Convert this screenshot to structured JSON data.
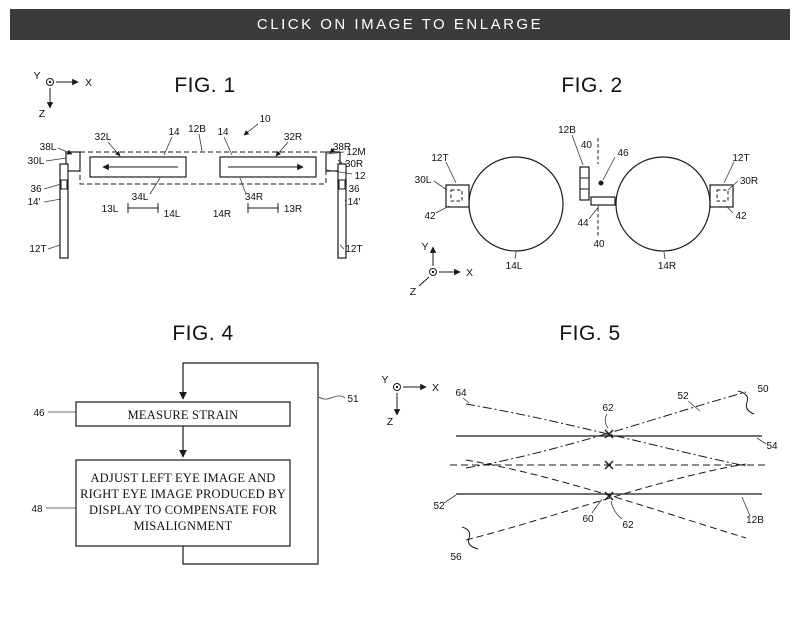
{
  "banner": {
    "text": "CLICK ON IMAGE TO ENLARGE",
    "bg_color": "#3b3b3d",
    "fg_color": "#ffffff"
  },
  "fig1": {
    "title": "FIG. 1",
    "axis": {
      "x": "X",
      "y": "Y",
      "z": "Z"
    },
    "labels": [
      "38L",
      "32L",
      "14",
      "12B",
      "14",
      "10",
      "32R",
      "38R",
      "30L",
      "12M",
      "30R",
      "12",
      "36",
      "14'",
      "34L",
      "13L",
      "14L",
      "14R",
      "34R",
      "13R",
      "36",
      "14'",
      "12T",
      "12T"
    ]
  },
  "fig2": {
    "title": "FIG. 2",
    "axis": {
      "x": "X",
      "y": "Y",
      "z": "Z"
    },
    "labels": [
      "12T",
      "30L",
      "42",
      "12B",
      "40",
      "46",
      "40",
      "44",
      "12T",
      "30R",
      "42",
      "14L",
      "14R"
    ]
  },
  "fig4": {
    "title": "FIG. 4",
    "measure_box": "MEASURE STRAIN",
    "adjust_lines": [
      "ADJUST LEFT EYE IMAGE AND",
      "RIGHT EYE IMAGE PRODUCED BY",
      "DISPLAY TO COMPENSATE FOR",
      "MISALIGNMENT"
    ],
    "labels": [
      "46",
      "48",
      "51"
    ]
  },
  "fig5": {
    "title": "FIG. 5",
    "axis": {
      "x": "X",
      "y": "Y",
      "z": "Z"
    },
    "labels": [
      "64",
      "62",
      "52",
      "50",
      "54",
      "52",
      "60",
      "62",
      "56",
      "12B"
    ]
  },
  "ink_color": "#1a1a1a"
}
